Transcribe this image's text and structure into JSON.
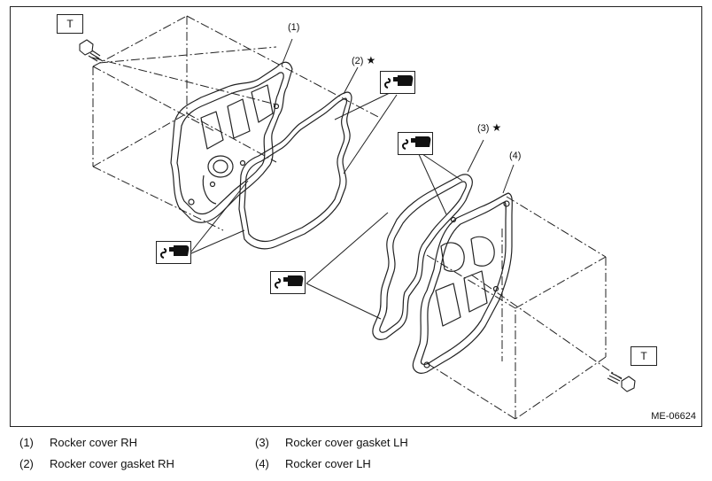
{
  "figure": {
    "code": "ME-06624",
    "torque_marker": "T",
    "star_symbol": "★",
    "callouts": [
      "(1)",
      "(2)",
      "(3)",
      "(4)"
    ],
    "icons": [
      "sealant-tube-icon",
      "bolt-icon"
    ],
    "line_color": "#222222"
  },
  "legend": [
    {
      "num": "(1)",
      "label": "Rocker cover RH"
    },
    {
      "num": "(2)",
      "label": "Rocker cover gasket RH"
    },
    {
      "num": "(3)",
      "label": "Rocker cover gasket LH"
    },
    {
      "num": "(4)",
      "label": "Rocker cover LH"
    }
  ]
}
